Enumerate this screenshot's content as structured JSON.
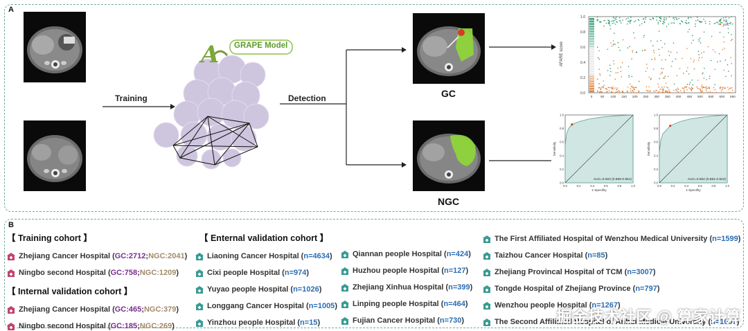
{
  "panel_a": {
    "letter": "A",
    "training_label": "Training",
    "detection_label": "Detection",
    "model_label": "GRAPE Model",
    "gc_label": "GC",
    "ngc_label": "NGC",
    "scatter": {
      "ylabel": "AFARE score",
      "legend": [
        "GC",
        "NGC"
      ],
      "x_ticks": [
        "0",
        "50",
        "100",
        "150",
        "200",
        "250",
        "300",
        "350",
        "400",
        "450",
        "500",
        "550",
        "600",
        "650"
      ],
      "y_ticks": [
        "0.0",
        "0.2",
        "0.4",
        "0.6",
        "0.8",
        "1.0"
      ]
    },
    "roc_left": {
      "auc_text": "AUC=0.923 (0.895-0.951)",
      "xlabel": "1-Specifity",
      "ylabel": "Sensitivity",
      "ticks": [
        "0.0",
        "0.2",
        "0.4",
        "0.6",
        "0.8",
        "1.0"
      ]
    },
    "roc_right": {
      "auc_text": "AUC=0.902 (0.881-0.923)",
      "xlabel": "1-Specifity",
      "ylabel": "Sensitivity",
      "ticks": [
        "0.0",
        "0.2",
        "0.4",
        "0.6",
        "0.8",
        "1.0"
      ]
    },
    "colors": {
      "gc": "#2e9b6e",
      "ngc": "#e07a2a",
      "roc_fill": "#cfe6e2",
      "grape": "#c9bfdc",
      "organ": "#8ed43a"
    }
  },
  "panel_b": {
    "letter": "B",
    "training_heading": "【 Training cohort 】",
    "training_rows": [
      {
        "name": "Zhejiang Cancer Hospital",
        "gc": "GC:2712",
        "ngc": "NGC:2041"
      },
      {
        "name": "Ningbo second Hospital",
        "gc": "GC:758",
        "ngc": "NGC:1209"
      }
    ],
    "internal_heading": "【 Internal validation cohort 】",
    "internal_rows": [
      {
        "name": "Zhejiang Cancer Hospital",
        "gc": "GC:465",
        "ngc": "NGC:379"
      },
      {
        "name": "Ningbo second Hospital",
        "gc": "GC:185",
        "ngc": "NGC:269"
      }
    ],
    "external_heading": "【 Enternal validation cohort 】",
    "external_col1": [
      {
        "name": "Liaoning Cancer Hospital",
        "n": "n=4634"
      },
      {
        "name": "Cixi people Hospital",
        "n": "n=974"
      },
      {
        "name": "Yuyao people Hospital",
        "n": "n=1026"
      },
      {
        "name": "Longgang Cancer Hospital",
        "n": "n=1005"
      },
      {
        "name": "Yinzhou people Hospital",
        "n": "n=15"
      }
    ],
    "external_col2": [
      {
        "name": "Qiannan people Hospital",
        "n": "n=424"
      },
      {
        "name": "Huzhou people Hospital",
        "n": "n=127"
      },
      {
        "name": "Zhejiang Xinhua Hospital",
        "n": "n=399"
      },
      {
        "name": "Linping people Hospital",
        "n": "n=464"
      },
      {
        "name": "Fujian Cancer Hospital",
        "n": "n=730"
      }
    ],
    "external_col3": [
      {
        "name": "The First Affiliated Hospital of Wenzhou Medical University",
        "n": "n=1599"
      },
      {
        "name": "Taizhou Cancer Hospital",
        "n": "n=85"
      },
      {
        "name": "Zhejiang Provincal Hospital of TCM",
        "n": "n=3007"
      },
      {
        "name": "Tongde Hospital of Zhejiang Province",
        "n": "n=797"
      },
      {
        "name": "Wenzhou people Hospital",
        "n": "n=1267"
      },
      {
        "name": "The Second Affiliated Hospital of Anhui Medical University",
        "n": "n=1007"
      }
    ],
    "colors": {
      "hospital_icon": "#3a9c94",
      "training_icon": "#c2456f"
    }
  },
  "watermark": "掘金技术社区 @ 算家计算"
}
